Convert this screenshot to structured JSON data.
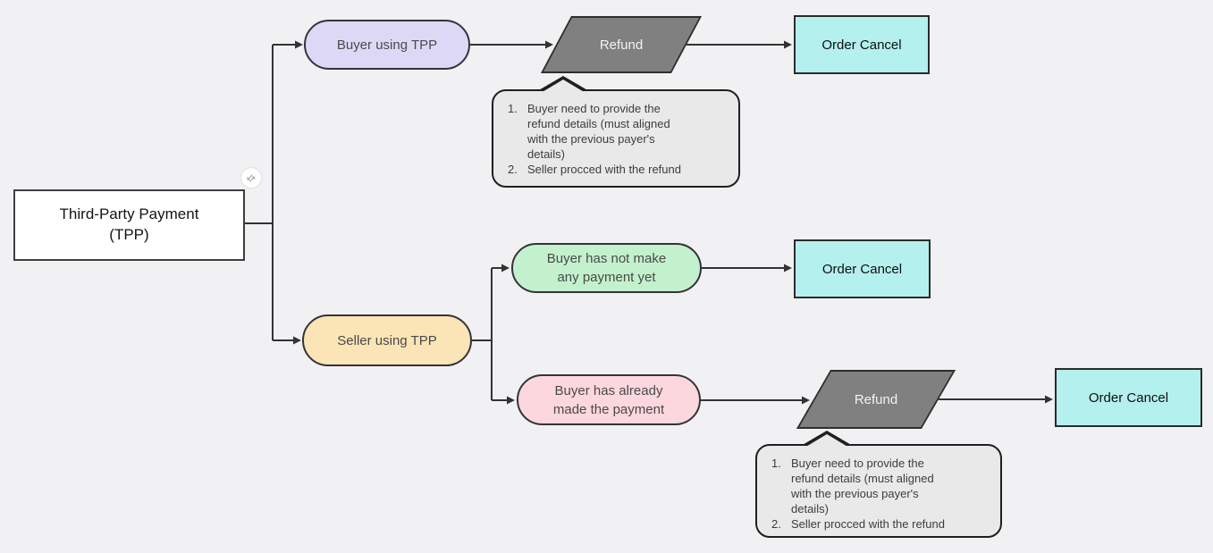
{
  "root": {
    "label": "Third-Party Payment\n(TPP)"
  },
  "badge": {
    "icon": "link-arrows-icon",
    "glyph": "⇆"
  },
  "branches": {
    "buyer": {
      "label": "Buyer using TPP",
      "fill": "#ddd8f6"
    },
    "seller": {
      "label": "Seller using TPP",
      "fill": "#fbe4b5"
    }
  },
  "nodes": {
    "no_payment": {
      "label": "Buyer has not make\nany payment yet",
      "fill": "#c3f1cd"
    },
    "paid": {
      "label": "Buyer has already\nmade the payment",
      "fill": "#fcd7de"
    },
    "refund_top": {
      "label": "Refund",
      "fill": "#808080"
    },
    "refund_bottom": {
      "label": "Refund",
      "fill": "#808080"
    },
    "cancel_top": {
      "label": "Order Cancel",
      "fill": "#b3f0ee"
    },
    "cancel_middle": {
      "label": "Order Cancel",
      "fill": "#b3f0ee"
    },
    "cancel_bottom": {
      "label": "Order Cancel",
      "fill": "#b3f0ee"
    }
  },
  "notes": [
    {
      "items": [
        {
          "num": "1.",
          "text": "Buyer need to provide the\nrefund details (must aligned\nwith the previous payer's\ndetails)"
        },
        {
          "num": "2.",
          "text": "Seller procced with the refund"
        }
      ]
    },
    {
      "items": [
        {
          "num": "1.",
          "text": "Buyer need to provide the\nrefund details (must aligned\nwith the previous payer's\ndetails)"
        },
        {
          "num": "2.",
          "text": "Seller procced with the refund"
        }
      ]
    }
  ],
  "colors": {
    "background": "#f1f1f3",
    "root_fill": "#ffffff",
    "refund_fill": "#808080",
    "cancel_fill": "#b3f0ee",
    "note_fill": "#e9e9e9",
    "connector": "#333333"
  }
}
